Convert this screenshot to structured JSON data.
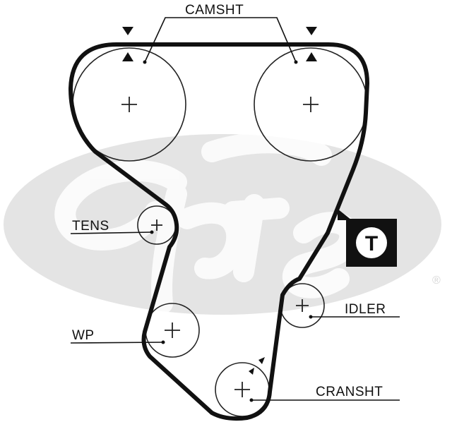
{
  "labels": {
    "camsht": "CAMSHT",
    "tens": "TENS",
    "wp": "WP",
    "idler": "IDLER",
    "cransht": "CRANSHT"
  },
  "marker": {
    "letter": "T"
  },
  "watermark": {
    "brand": "Gates",
    "registered": "®"
  },
  "colors": {
    "belt": "#111111",
    "pulley": "#222222",
    "watermark": "#e4e4e4",
    "background": "#ffffff"
  }
}
